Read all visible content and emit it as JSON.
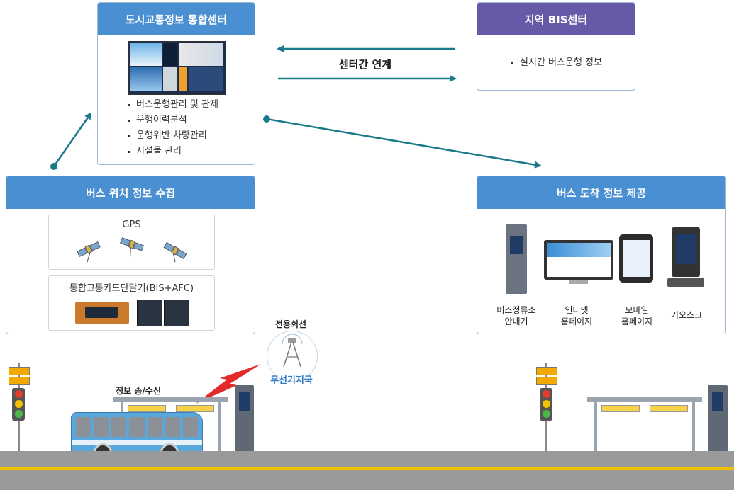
{
  "center": {
    "title": "도시교통정보 통합센터",
    "items": [
      "버스운행관리 및 관제",
      "운행이력분석",
      "운행위반 차량관리",
      "시설물 관리"
    ]
  },
  "regional": {
    "title": "지역 BIS센터",
    "items": [
      "실시간 버스운행 정보"
    ]
  },
  "link_label": "센터간 연계",
  "collection": {
    "title": "버스 위치 정보 수집",
    "gps_title": "GPS",
    "terminal_title": "통합교통카드단말기(BIS+AFC)"
  },
  "provision": {
    "title": "버스 도착 정보 제공",
    "devices": [
      "버스정류소\n안내기",
      "인터넷\n홈페이지",
      "모바일\n홈페이지",
      "키오스크"
    ]
  },
  "dedicated_line": "전용회선",
  "base_station": "무선기지국",
  "tx_rx": "정보 송/수신",
  "colors": {
    "blue_header": "#4a8fd1",
    "purple_header": "#6659a8",
    "arrow_teal": "#1a7a8c",
    "road": "#9a9a9a",
    "road_line": "#f2c200"
  }
}
